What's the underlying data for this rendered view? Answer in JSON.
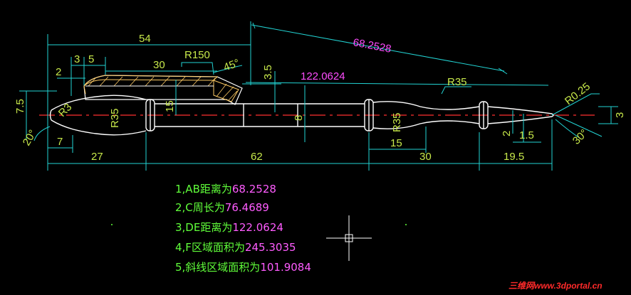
{
  "colors": {
    "background": "#000000",
    "outline": "#ffffff",
    "dimension": "#22d3d3",
    "dim_text": "#c7e84a",
    "magenta": "#ff4dff",
    "centerline": "#ff3030",
    "note_label": "#60ff3a",
    "note_value": "#ff5cff",
    "hatch": "#ffcc66",
    "watermark": "#ff2a2a"
  },
  "dims": {
    "d54": "54",
    "d3": "3",
    "d5": "5",
    "d2a": "2",
    "d30a": "30",
    "r150": "R150",
    "a45": "45°",
    "d35a": "3.5",
    "d68": "68.2528",
    "d122": "122.0624",
    "r35a": "R35",
    "r025": "R0.25",
    "d75": "7.5",
    "r3": "R3",
    "r35b": "R35",
    "d15a": "15",
    "d8": "8",
    "r35c": "R35",
    "d3b": "3",
    "d2b": "2",
    "d15b": "1.5",
    "a20": "20°",
    "a30": "30°",
    "d7": "7",
    "d27": "27",
    "d62": "62",
    "d15c": "15",
    "d30b": "30",
    "d195": "19.5"
  },
  "notes": [
    {
      "label": "1,AB距离为",
      "value": "68.2528"
    },
    {
      "label": "2,C周长为",
      "value": "76.4689"
    },
    {
      "label": "3,DE距离为",
      "value": "122.0624"
    },
    {
      "label": "4,F区域面积为",
      "value": "245.3035"
    },
    {
      "label": "5,斜线区域面积为",
      "value": "101.9084"
    }
  ],
  "watermark": "三维网www.3dportal.cn"
}
